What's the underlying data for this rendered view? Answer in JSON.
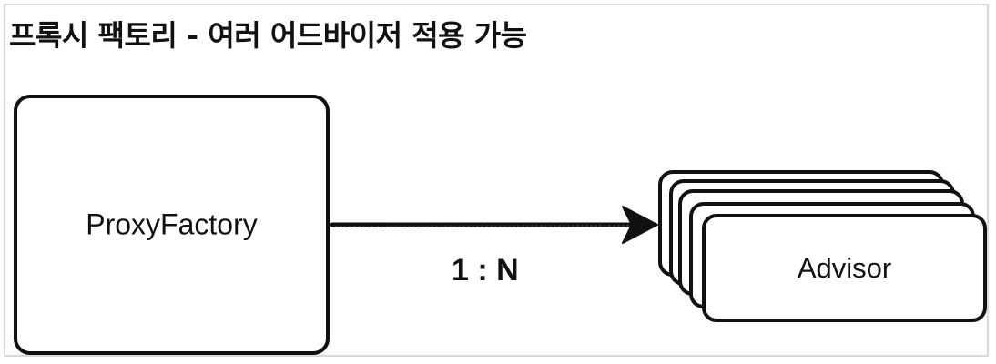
{
  "title": "프록시 팩토리 - 여러 어드바이저 적용 가능",
  "nodes": {
    "source": "ProxyFactory",
    "target": "Advisor"
  },
  "edge": {
    "label": "1 : N"
  },
  "colors": {
    "stroke": "#111111",
    "frame": "#d9d9d9",
    "background": "#ffffff"
  }
}
